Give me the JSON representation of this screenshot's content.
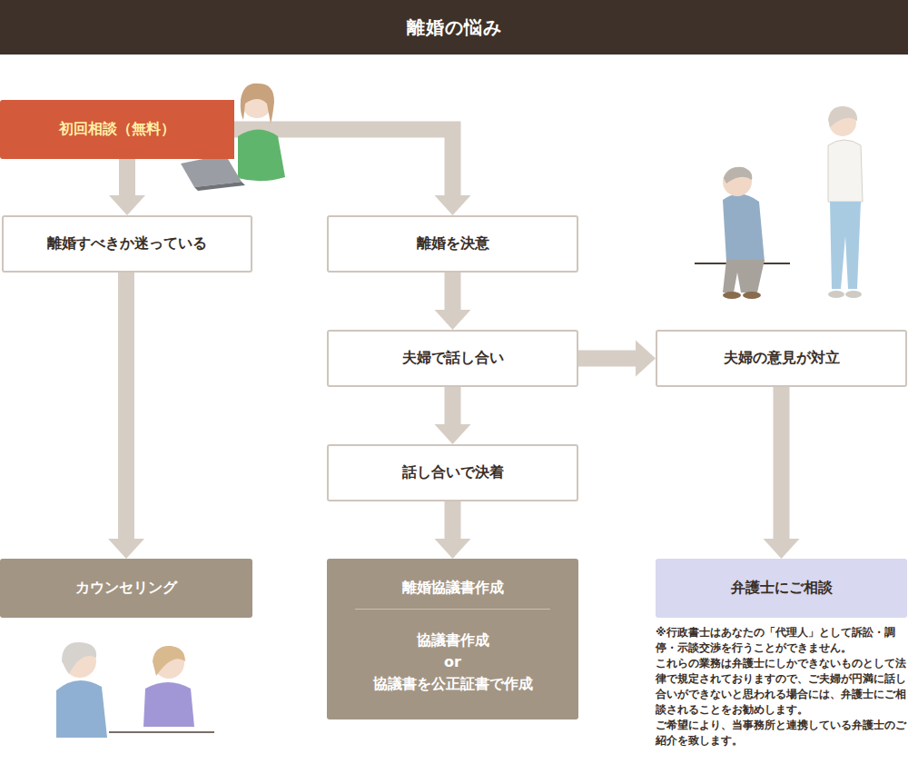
{
  "diagram": {
    "title": "離婚の悩み",
    "nodes": [
      {
        "text": [
          "初回相談（無料）"
        ]
      },
      {
        "text": [
          "離婚すべきか迷っている"
        ]
      },
      {
        "text": [
          "離婚を決意"
        ]
      },
      {
        "text": [
          "夫婦で話し合い"
        ]
      },
      {
        "text": [
          "夫婦の意見が対立"
        ]
      },
      {
        "text": [
          "話し合いで決着"
        ]
      },
      {
        "text": [
          "カウンセリング"
        ]
      },
      {
        "text": [
          "離婚協議書作成",
          "協議書作成",
          "or",
          "協議書を公正証書で作成"
        ]
      },
      {
        "text": [
          "弁護士にご相談"
        ]
      }
    ],
    "edges": [
      {
        "from": 0,
        "to": 1,
        "arrow": "to"
      },
      {
        "from": 0,
        "to": 2,
        "arrow": "to"
      },
      {
        "from": 1,
        "to": 6,
        "arrow": "to"
      },
      {
        "from": 2,
        "to": 3,
        "arrow": "to"
      },
      {
        "from": 3,
        "to": 4,
        "arrow": "to"
      },
      {
        "from": 3,
        "to": 5,
        "arrow": "to"
      },
      {
        "from": 5,
        "to": 7,
        "arrow": "to"
      },
      {
        "from": 4,
        "to": 8,
        "arrow": "to"
      }
    ],
    "labels": [
      "※行政書士はあなたの「代理人」として訴訟・調停・示談交渉を行うことができません。",
      "これらの業務は弁護士にしかできないものとして法律で規定されておりますので、ご夫婦が円満に話し合いができないと思われる場合には、弁護士にご相談されることをお勧めします。",
      "ご希望により、当事務所と連携している弁護士のご紹介を致します。"
    ]
  }
}
